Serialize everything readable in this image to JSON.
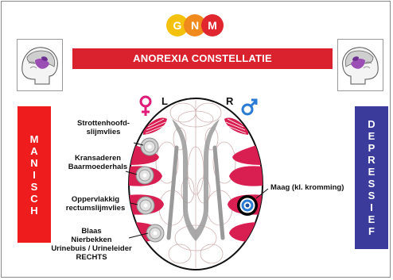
{
  "logo": {
    "letters": [
      "G",
      "N",
      "M"
    ]
  },
  "title": "ANOREXIA CONSTELLATIE",
  "left_bar": {
    "letters": [
      "M",
      "A",
      "N",
      "I",
      "S",
      "C",
      "H"
    ]
  },
  "right_bar": {
    "letters": [
      "D",
      "E",
      "P",
      "R",
      "E",
      "S",
      "S",
      "I",
      "E",
      "F"
    ]
  },
  "hemisphere_left": "L",
  "hemisphere_right": "R",
  "labels": {
    "strotten": [
      "Strottenhoofd-",
      "slijmvlies"
    ],
    "kransaderen": [
      "Kransaderen",
      "Baarmoederhals"
    ],
    "oppervlakkig": [
      "Oppervlakkig",
      "rectumslijmvlies"
    ],
    "blaas": [
      "Blaas",
      "Nierbekken",
      "Urinebuis / Urineleider",
      "RECHTS"
    ],
    "maag": "Maag (kl. kromming)"
  },
  "icons": [
    "brain-left-icon",
    "brain-right-icon",
    "female-symbol-icon",
    "male-symbol-icon",
    "target-icon"
  ],
  "colors": {
    "red": "#d9222e",
    "blue": "#3b3b9c",
    "pink": "#d91f52",
    "gmn_yellow": "#f4c20d",
    "gmn_orange": "#f08a1c",
    "gmn_red": "#e0262f"
  }
}
